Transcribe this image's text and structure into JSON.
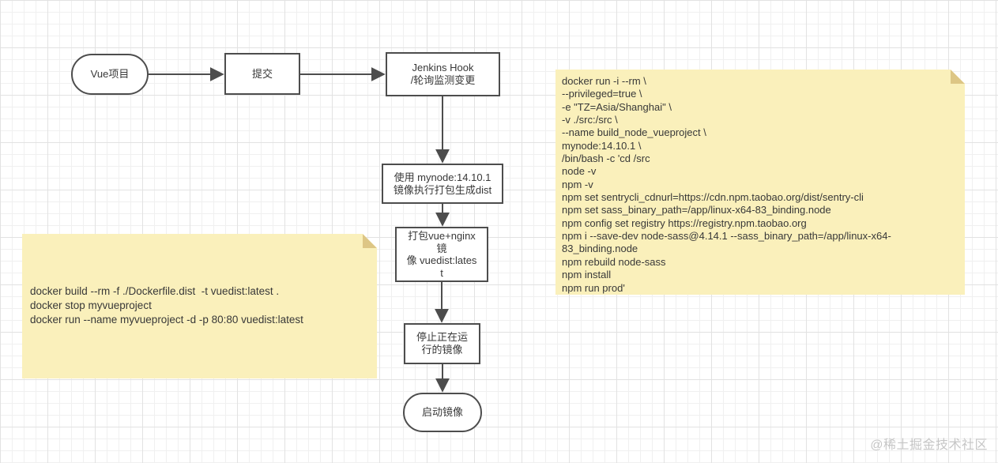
{
  "diagram": {
    "nodes": [
      {
        "id": "vue-project",
        "shape": "terminator",
        "label": "Vue项目"
      },
      {
        "id": "commit",
        "shape": "process",
        "label": "提交"
      },
      {
        "id": "jenkins-hook",
        "shape": "process",
        "label": "Jenkins Hook\n/轮询监测变更"
      },
      {
        "id": "build-dist",
        "shape": "process",
        "label": "使用 mynode:14.10.1\n镜像执行打包生成dist"
      },
      {
        "id": "package-image",
        "shape": "process",
        "label": "打包vue+nginx\n镜\n像 vuedist:lates\nt"
      },
      {
        "id": "stop-image",
        "shape": "process",
        "label": "停止正在运\n行的镜像"
      },
      {
        "id": "start-image",
        "shape": "terminator",
        "label": "启动镜像"
      }
    ],
    "edges": [
      {
        "from": "vue-project",
        "to": "commit"
      },
      {
        "from": "commit",
        "to": "jenkins-hook"
      },
      {
        "from": "jenkins-hook",
        "to": "build-dist"
      },
      {
        "from": "build-dist",
        "to": "package-image"
      },
      {
        "from": "package-image",
        "to": "stop-image"
      },
      {
        "from": "stop-image",
        "to": "start-image"
      }
    ],
    "notes": {
      "left": "docker build --rm -f ./Dockerfile.dist  -t vuedist:latest .\ndocker stop myvueproject\ndocker run --name myvueproject -d -p 80:80 vuedist:latest",
      "right": "docker run -i --rm \\\n--privileged=true \\\n-e \"TZ=Asia/Shanghai\" \\\n-v ./src:/src \\\n--name build_node_vueproject \\\nmynode:14.10.1 \\\n/bin/bash -c 'cd /src\nnode -v\nnpm -v\nnpm set sentrycli_cdnurl=https://cdn.npm.taobao.org/dist/sentry-cli\nnpm set sass_binary_path=/app/linux-x64-83_binding.node\nnpm config set registry https://registry.npm.taobao.org\nnpm i --save-dev node-sass@4.14.1 --sass_binary_path=/app/linux-x64-\n83_binding.node\nnpm rebuild node-sass\nnpm install\nnpm run prod'"
    },
    "watermark": "@稀土掘金技术社区"
  },
  "colors": {
    "stroke": "#4d4d4d",
    "note_fill": "#faf0bb",
    "note_fold": "#ddc685",
    "grid_minor": "#f0f0f0",
    "grid_major": "#e2e2e2",
    "text": "#383838",
    "watermark": "#c6c6c6"
  }
}
